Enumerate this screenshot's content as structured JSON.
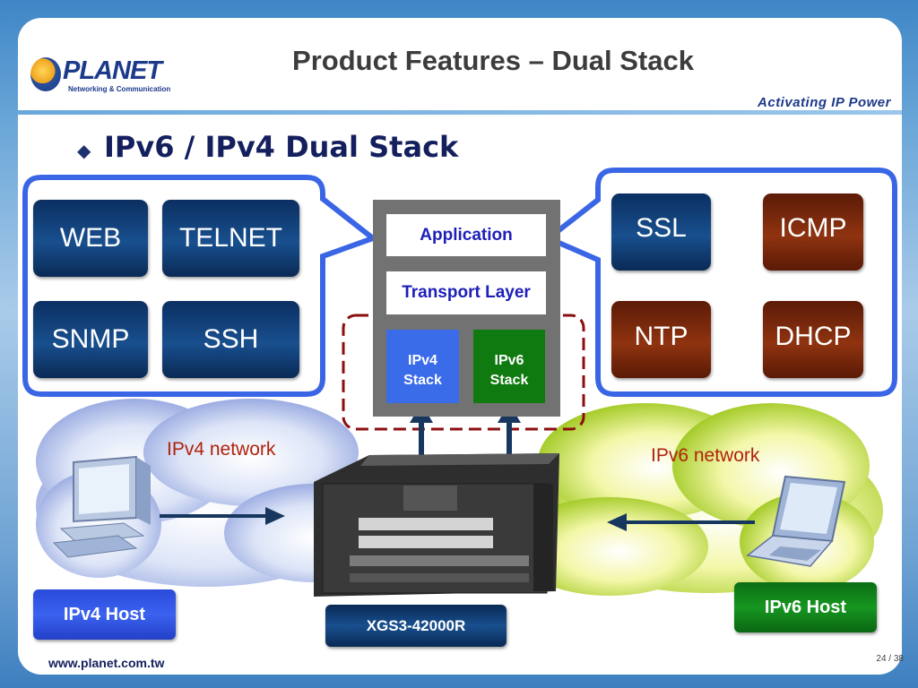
{
  "title": "Product Features – Dual Stack",
  "logo": {
    "name": "PLANET",
    "subtitle": "Networking & Communication"
  },
  "tagline": "Activating IP Power",
  "heading": "IPv6 / IPv4 Dual Stack",
  "left_protocols": [
    "WEB",
    "TELNET",
    "SNMP",
    "SSH"
  ],
  "right_protocols": [
    "SSL",
    "ICMP",
    "NTP",
    "DHCP"
  ],
  "stack": {
    "application": "Application",
    "transport": "Transport Layer",
    "ipv4_stack": [
      "IPv4",
      "Stack"
    ],
    "ipv6_stack": [
      "IPv6",
      "Stack"
    ]
  },
  "ipv4_network": "IPv4 network",
  "ipv6_network": "IPv6 network",
  "ipv4_host": "IPv4 Host",
  "ipv6_host": "IPv6 Host",
  "device": "XGS3-42000R",
  "footer_url": "www.planet.com.tw",
  "page": "24 / 38"
}
